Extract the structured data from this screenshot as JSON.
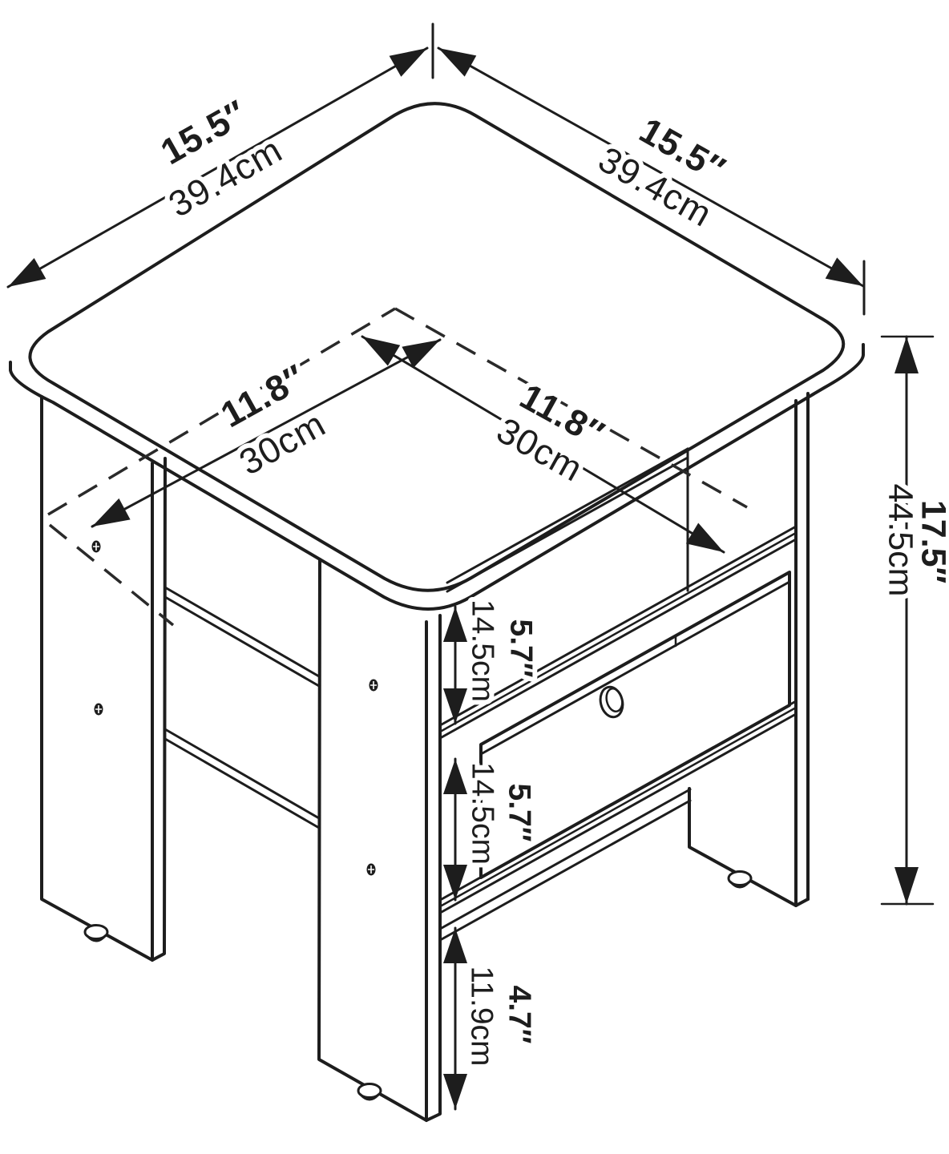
{
  "diagram": {
    "type": "isometric-furniture-dimension-drawing",
    "subject": "end table with open shelf and bin drawer",
    "colors": {
      "line": "#1d1d1d",
      "background": "#ffffff"
    },
    "dimensions": {
      "top_edge_left": {
        "inches": "15.5″",
        "cm": "39.4cm"
      },
      "top_edge_right": {
        "inches": "15.5″",
        "cm": "39.4cm"
      },
      "inner_left": {
        "inches": "11.8″",
        "cm": "30cm"
      },
      "inner_right": {
        "inches": "11.8″",
        "cm": "30cm"
      },
      "height": {
        "inches": "17.5″",
        "cm": "44.5cm"
      },
      "shelf_top": {
        "inches": "5.7″",
        "cm": "14.5cm"
      },
      "shelf_drawer": {
        "inches": "5.7″",
        "cm": "14.5cm"
      },
      "clearance": {
        "inches": "4.7″",
        "cm": "11.9cm"
      }
    }
  }
}
